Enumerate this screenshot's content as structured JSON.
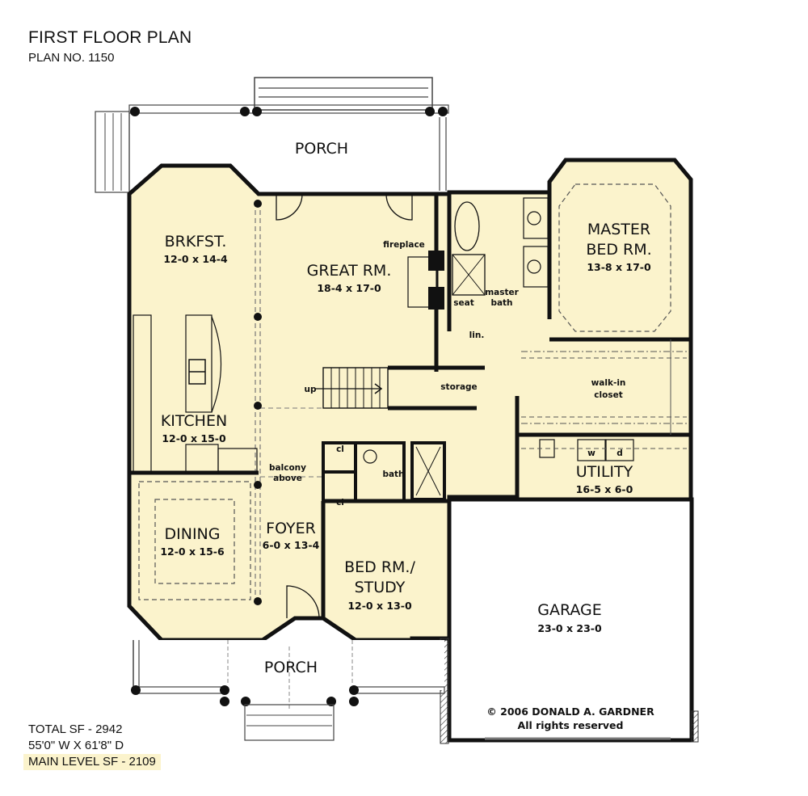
{
  "header": {
    "title": "FIRST FLOOR PLAN",
    "plan_number": "PLAN NO. 1150"
  },
  "stats": {
    "total_sf": "TOTAL SF - 2942",
    "dimensions": "55'0\" W X 61'8\" D",
    "main_level_sf": "MAIN LEVEL SF - 2109"
  },
  "colors": {
    "interior_fill": "#FBF3CC",
    "wall": "#111111",
    "exterior": "#FFFFFF",
    "highlight": "#FBF3CC"
  },
  "rooms": {
    "porch_rear": {
      "name": "PORCH"
    },
    "brkfst": {
      "name": "BRKFST.",
      "size": "12-0 x 14-4"
    },
    "great_rm": {
      "name": "GREAT RM.",
      "size": "18-4 x 17-0"
    },
    "master_bed": {
      "name_line1": "MASTER",
      "name_line2": "BED RM.",
      "size": "13-8 x 17-0"
    },
    "kitchen": {
      "name": "KITCHEN",
      "size": "12-0 x 15-0"
    },
    "walk_in_closet": {
      "line1": "walk-in",
      "line2": "closet"
    },
    "utility": {
      "name": "UTILITY",
      "size": "16-5 x 6-0"
    },
    "dining": {
      "name": "DINING",
      "size": "12-0 x 15-6"
    },
    "foyer": {
      "name": "FOYER",
      "size": "6-0 x 13-4"
    },
    "bed_study": {
      "name_line1": "BED RM./",
      "name_line2": "STUDY",
      "size": "12-0 x 13-0"
    },
    "garage": {
      "name": "GARAGE",
      "size": "23-0 x 23-0"
    },
    "porch_front": {
      "name": "PORCH"
    }
  },
  "annotations": {
    "fireplace": "fireplace",
    "seat": "seat",
    "master_bath_1": "master",
    "master_bath_2": "bath",
    "linen": "lin.",
    "up": "up",
    "storage": "storage",
    "closet_1": "cl",
    "closet_2": "cl",
    "bath": "bath",
    "balcony_1": "balcony",
    "balcony_2": "above",
    "washer": "w",
    "dryer": "d"
  },
  "copyright": {
    "line1": "© 2006 DONALD A. GARDNER",
    "line2": "All rights reserved"
  }
}
